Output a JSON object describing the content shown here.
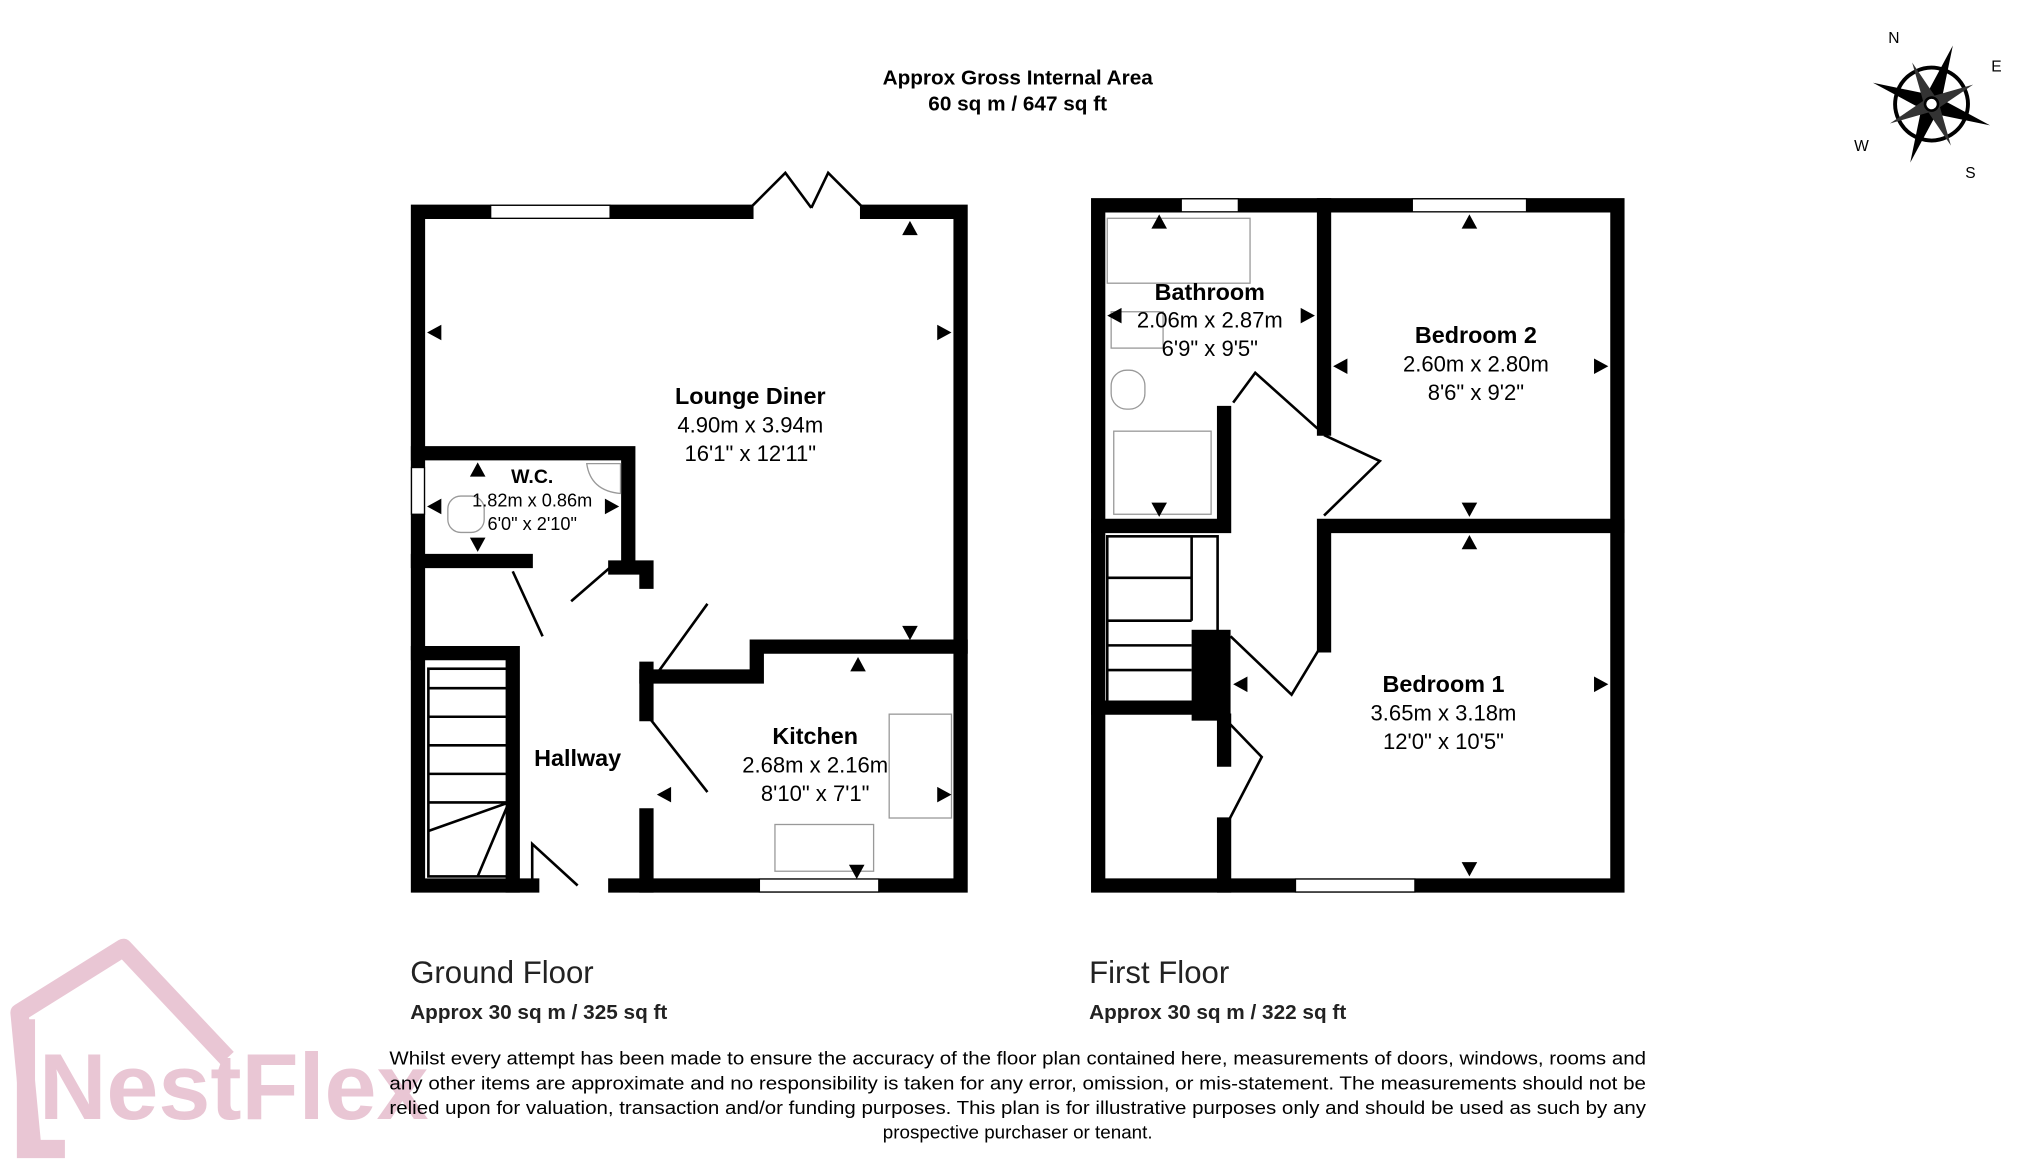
{
  "header": {
    "line1": "Approx Gross Internal Area",
    "line2": "60 sq m / 647 sq ft"
  },
  "compass": {
    "n": "N",
    "e": "E",
    "s": "S",
    "w": "W"
  },
  "ground_floor": {
    "title": "Ground Floor",
    "area": "Approx 30 sq m / 325 sq ft",
    "rooms": [
      {
        "name": "Lounge Diner",
        "metric": "4.90m x 3.94m",
        "imperial": "16'1\" x 12'11\""
      },
      {
        "name": "W.C.",
        "metric": "1.82m x 0.86m",
        "imperial": "6'0\" x 2'10\""
      },
      {
        "name": "Hallway"
      },
      {
        "name": "Kitchen",
        "metric": "2.68m x 2.16m",
        "imperial": "8'10\" x 7'1\""
      }
    ]
  },
  "first_floor": {
    "title": "First Floor",
    "area": "Approx 30 sq m / 322 sq ft",
    "rooms": [
      {
        "name": "Bathroom",
        "metric": "2.06m x 2.87m",
        "imperial": "6'9\" x 9'5\""
      },
      {
        "name": "Bedroom 2",
        "metric": "2.60m x 2.80m",
        "imperial": "8'6\" x 9'2\""
      },
      {
        "name": "Bedroom 1",
        "metric": "3.65m x 3.18m",
        "imperial": "12'0\" x 10'5\""
      }
    ]
  },
  "disclaimer": [
    "Whilst every attempt has been made to ensure the accuracy of the floor plan contained here, measurements of doors, windows, rooms and",
    "any other items are approximate and no responsibility is taken for any error, omission, or mis-statement. The measurements should not be",
    "relied upon for valuation, transaction and/or funding purposes. This plan is for illustrative purposes only and should be used as such by any",
    "prospective purchaser or tenant."
  ],
  "watermark": {
    "text": "NestFlex",
    "color": "#e8c3d2"
  }
}
